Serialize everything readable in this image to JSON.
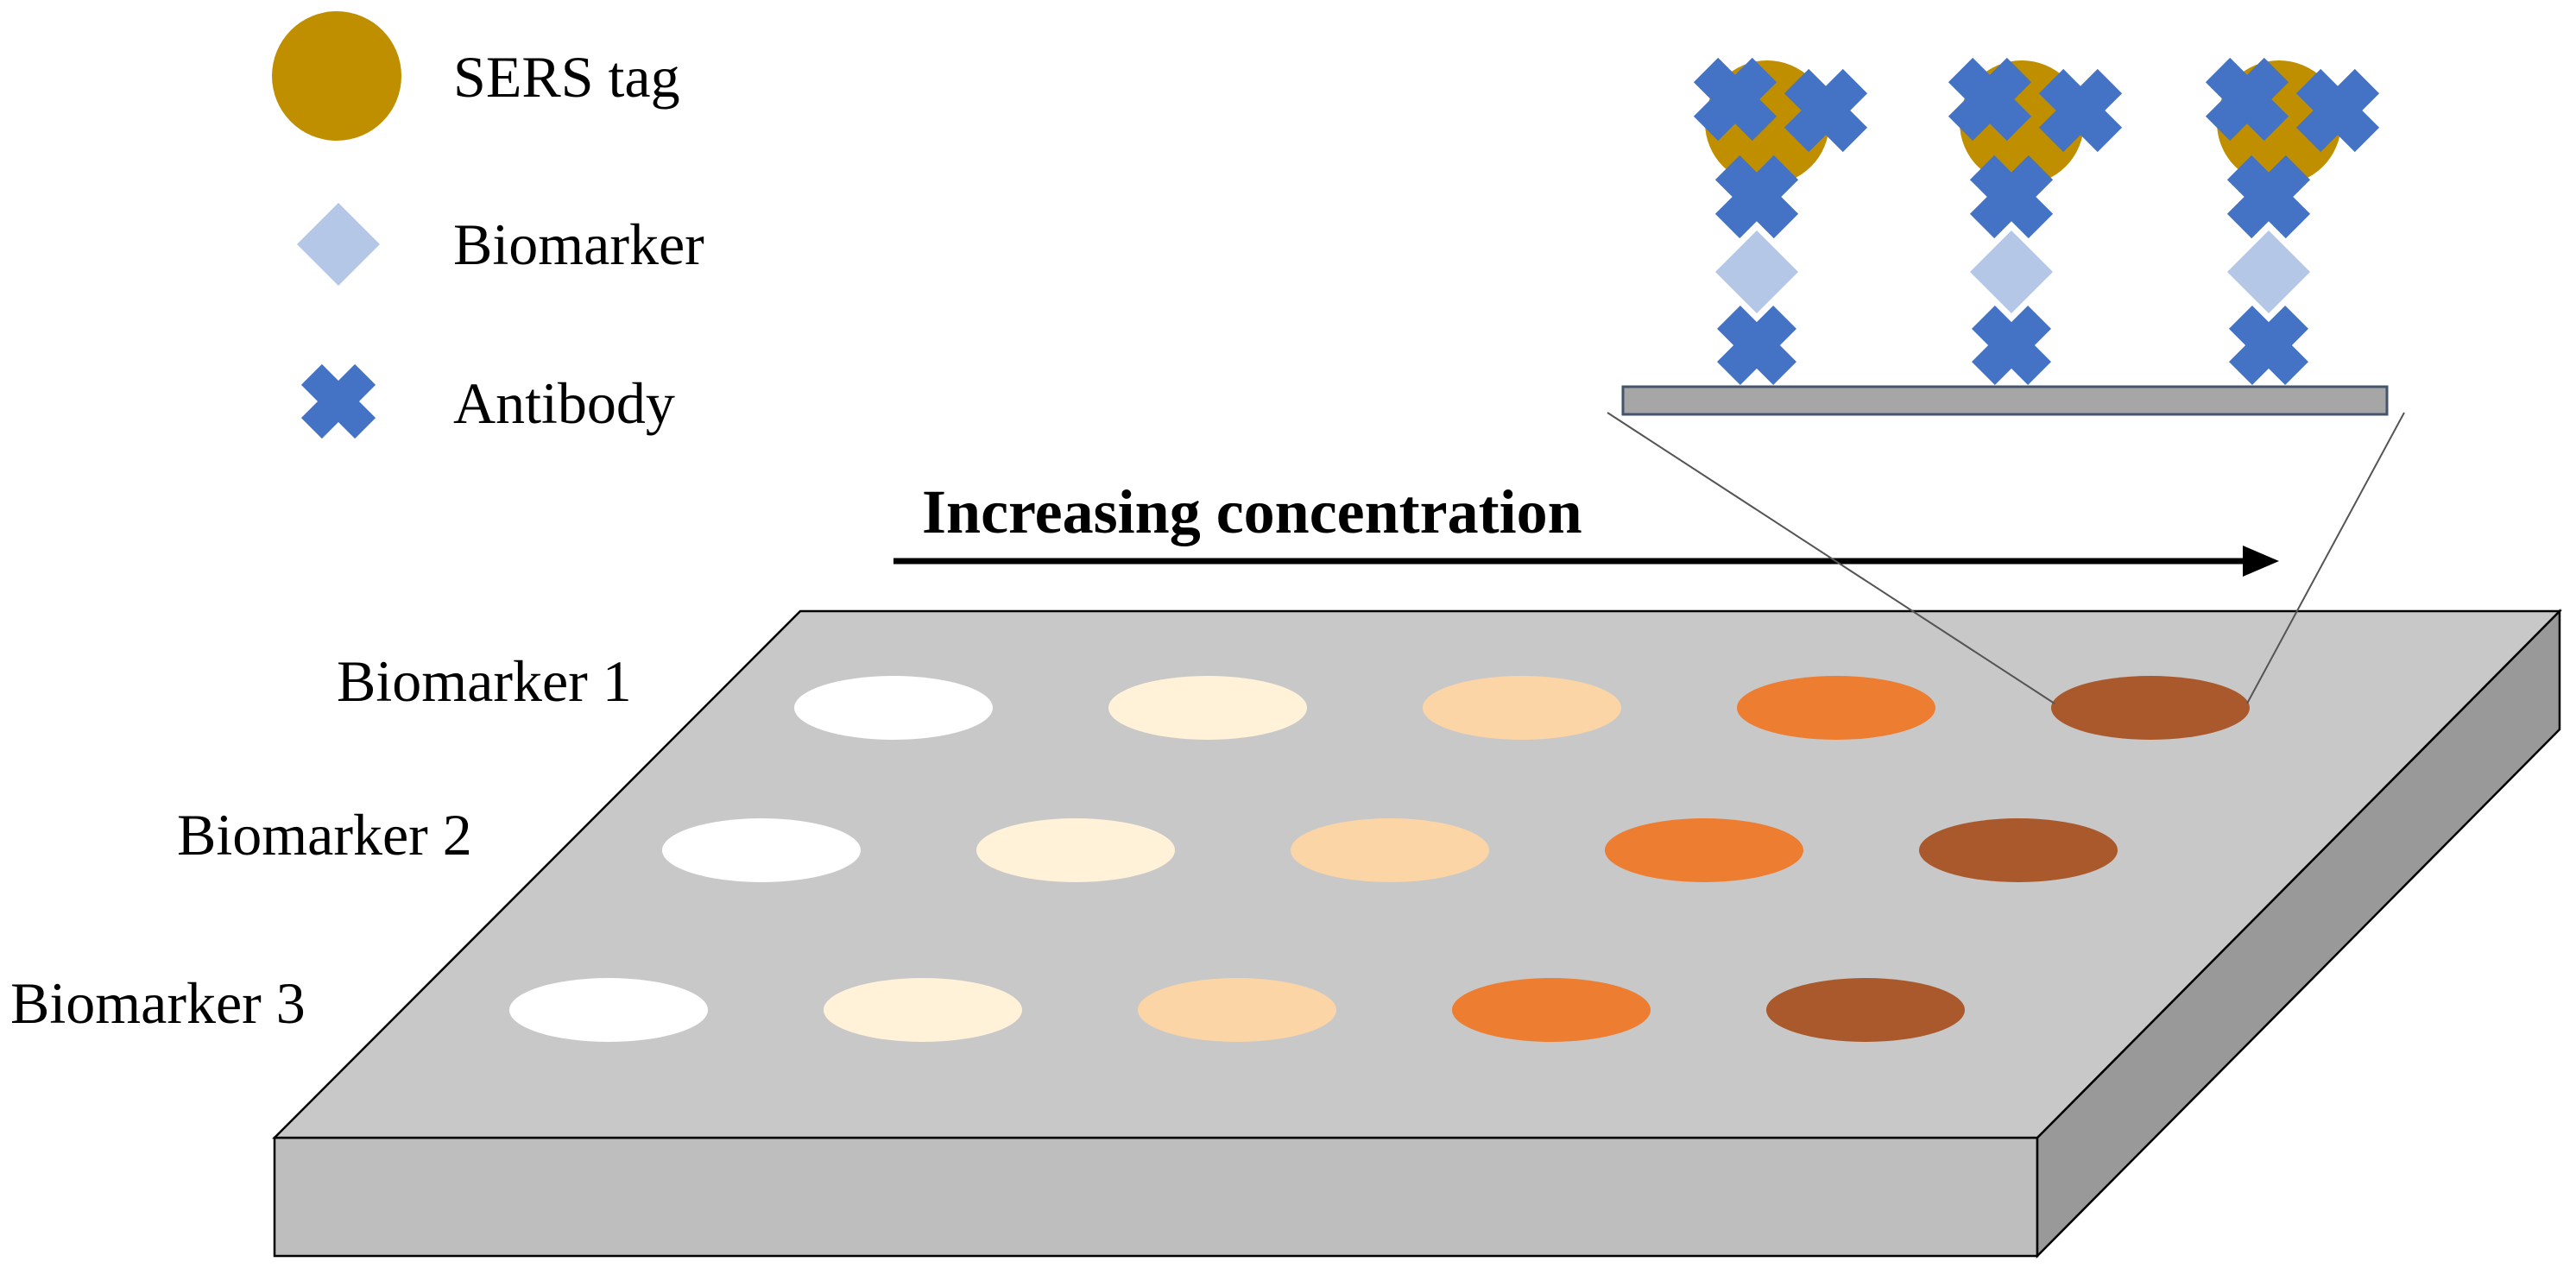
{
  "legend": {
    "items": [
      {
        "label": "SERS tag",
        "icon": "circle-icon",
        "color": "#bf8f00"
      },
      {
        "label": "Biomarker",
        "icon": "diamond-icon",
        "color": "#b4c7e7"
      },
      {
        "label": "Antibody",
        "icon": "cross-icon",
        "color": "#4472c4"
      }
    ]
  },
  "concentration_label": "Increasing concentration",
  "rows": [
    {
      "label": "Biomarker 1"
    },
    {
      "label": "Biomarker 2"
    },
    {
      "label": "Biomarker 3"
    }
  ],
  "spot_colors": [
    "#ffffff",
    "#fff2d9",
    "#fbd5a6",
    "#ed7d31",
    "#a9592b"
  ],
  "colors": {
    "plate_top": "#c8c8c8",
    "plate_front": "#bebebe",
    "plate_side": "#999999",
    "substrate": "#a6a6a6",
    "sers_tag": "#bf8f00",
    "biomarker": "#b4c7e7",
    "antibody": "#4472c4"
  }
}
